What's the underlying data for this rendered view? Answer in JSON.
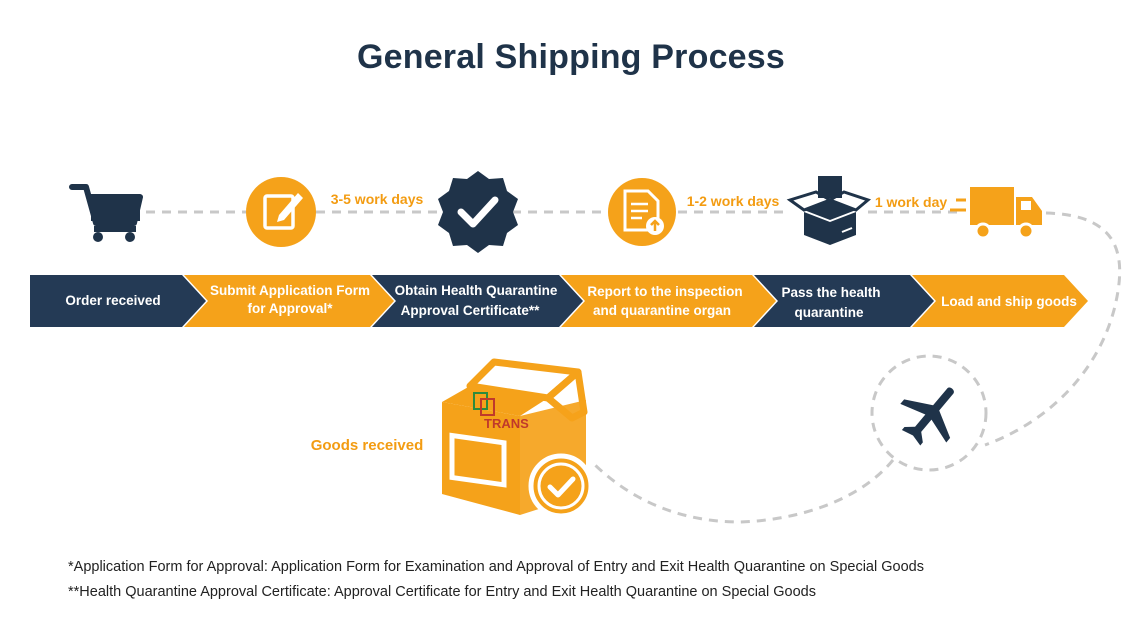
{
  "title": "General Shipping Process",
  "colors": {
    "navy": "#243a55",
    "orange": "#f5a21a",
    "dash": "#c8c8c8"
  },
  "steps": [
    {
      "line1": "Order received",
      "line2": "",
      "color": "navy"
    },
    {
      "line1": "Submit Application Form",
      "line2": "for Approval*",
      "color": "orange"
    },
    {
      "line1": "Obtain Health Quarantine",
      "line2": "Approval Certificate**",
      "color": "navy"
    },
    {
      "line1": "Report to the inspection",
      "line2": "and quarantine organ",
      "color": "orange"
    },
    {
      "line1": "Pass the health",
      "line2": "quarantine",
      "color": "navy"
    },
    {
      "line1": "Load and ship goods",
      "line2": "",
      "color": "orange"
    }
  ],
  "durations": {
    "d1": "3-5 work days",
    "d2": "1-2 work days",
    "d3": "1 work day"
  },
  "icons": [
    "shopping-cart-icon",
    "edit-form-icon",
    "check-badge-icon",
    "document-upload-icon",
    "open-box-icon",
    "delivery-truck-icon",
    "airplane-icon",
    "package-check-icon"
  ],
  "goods_received": "Goods received",
  "box_logo": "TRANS",
  "footnotes": {
    "note1": "*Application Form for Approval: Application Form for Examination and Approval of Entry and Exit Health Quarantine on Special Goods",
    "note2": "**Health Quarantine Approval Certificate: Approval Certificate for Entry and Exit Health Quarantine on Special Goods"
  }
}
